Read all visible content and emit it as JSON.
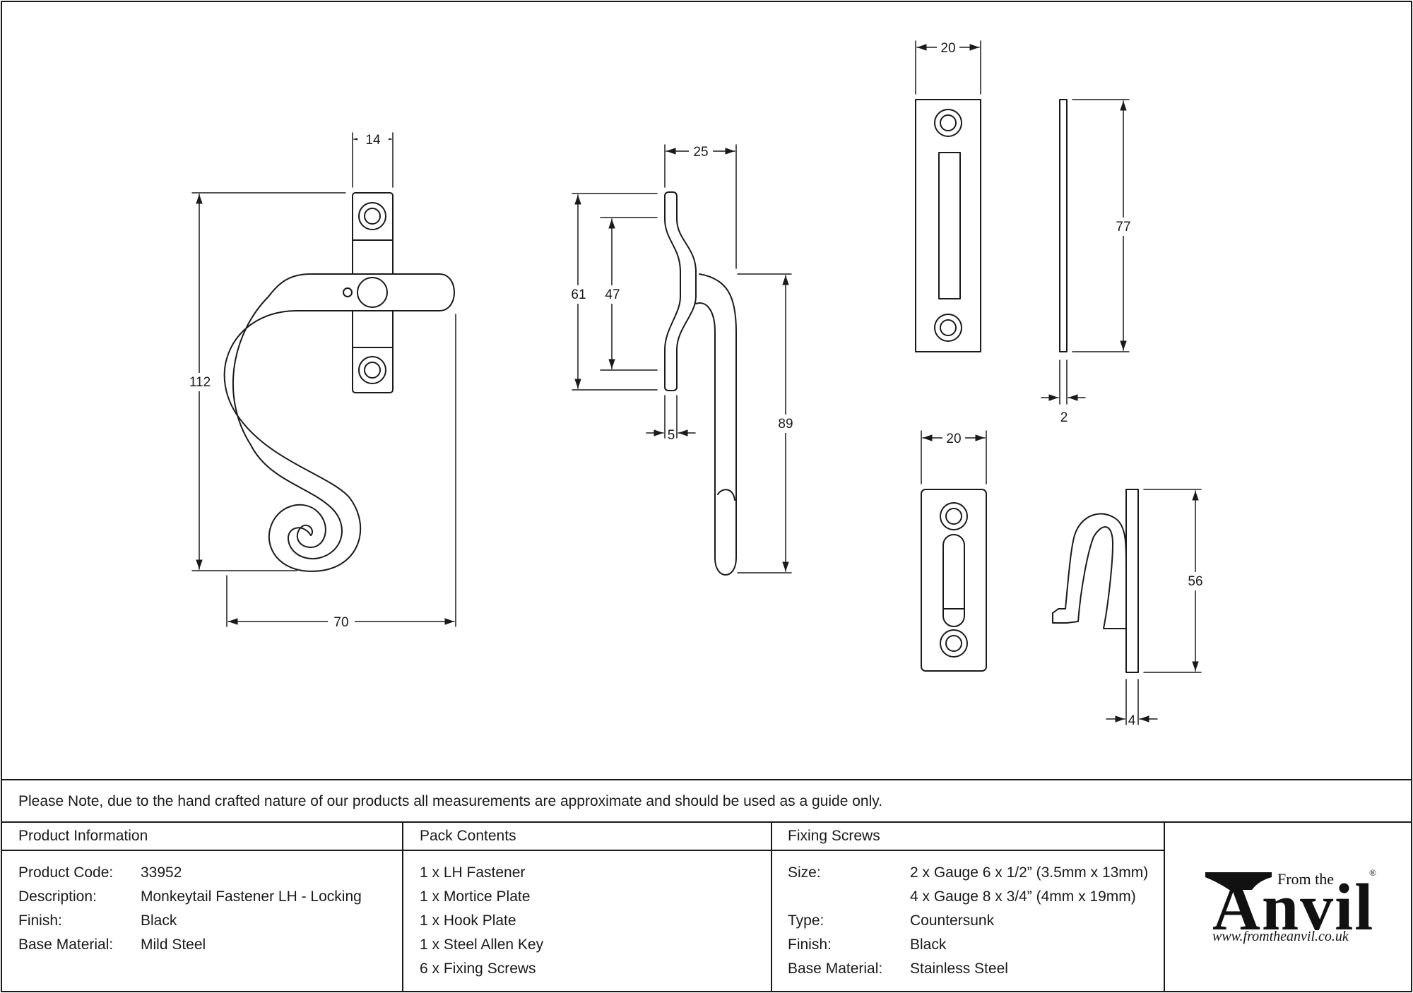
{
  "dimensions": {
    "fastener_front_width": "14",
    "fastener_height": "112",
    "fastener_total_width": "70",
    "fastener_side_depth": "25",
    "fastener_plate_height": "61",
    "fastener_inner_height": "47",
    "fastener_plate_thickness": "5",
    "fastener_arm_length": "89",
    "mortice_width": "20",
    "mortice_height": "77",
    "mortice_thickness": "2",
    "hook_width": "20",
    "hook_height": "56",
    "hook_thickness": "4"
  },
  "note": "Please Note, due to the hand crafted nature of our products all measurements are approximate and should be used as a guide only.",
  "product_info": {
    "heading": "Product Information",
    "rows": [
      {
        "label": "Product Code:",
        "value": "33952"
      },
      {
        "label": "Description:",
        "value": "Monkeytail Fastener LH - Locking"
      },
      {
        "label": "Finish:",
        "value": "Black"
      },
      {
        "label": "Base Material:",
        "value": "Mild Steel"
      }
    ]
  },
  "pack_contents": {
    "heading": "Pack Contents",
    "items": [
      "1 x LH Fastener",
      "1 x Mortice Plate",
      "1 x Hook Plate",
      "1 x Steel Allen Key",
      "6 x Fixing Screws"
    ]
  },
  "fixing_screws": {
    "heading": "Fixing Screws",
    "rows": [
      {
        "label": "Size:",
        "value": "2 x Gauge 6 x 1/2” (3.5mm x 13mm)"
      },
      {
        "label": "",
        "value": "4 x Gauge 8 x 3/4” (4mm x 19mm)"
      },
      {
        "label": "Type:",
        "value": "Countersunk"
      },
      {
        "label": "Finish:",
        "value": "Black"
      },
      {
        "label": "Base Material:",
        "value": "Stainless Steel"
      }
    ]
  },
  "logo": {
    "from_the": "From the",
    "brand": "Anvil",
    "registered": "®",
    "url": "www.fromtheanvil.co.uk"
  },
  "colors": {
    "line": "#1a1a1a",
    "background": "#ffffff"
  }
}
